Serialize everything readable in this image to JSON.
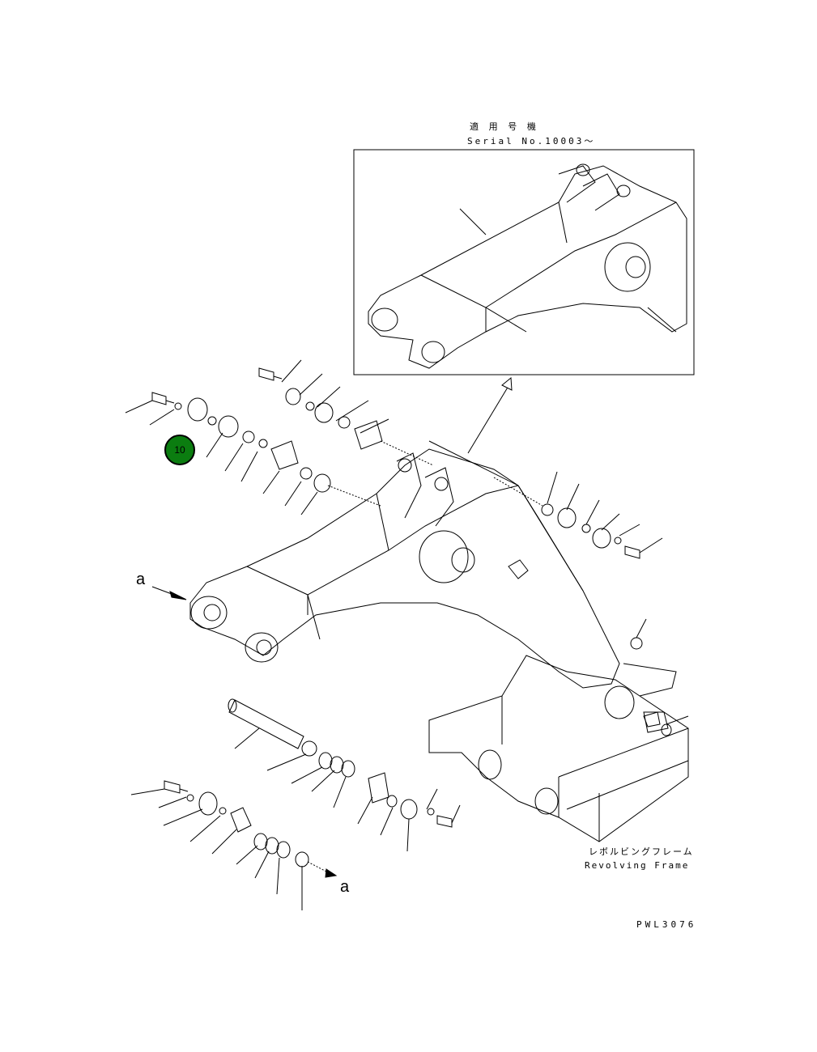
{
  "header": {
    "jp_title": "適 用 号 機",
    "serial_label": "Serial No.10003～"
  },
  "frame_label": {
    "jp": "レボルビングフレーム",
    "en": "Revolving Frame"
  },
  "view_markers": {
    "upper": "a",
    "lower": "a"
  },
  "callout": {
    "number": "10",
    "color": "#0b7d10"
  },
  "drawing_code": "PWL3076"
}
